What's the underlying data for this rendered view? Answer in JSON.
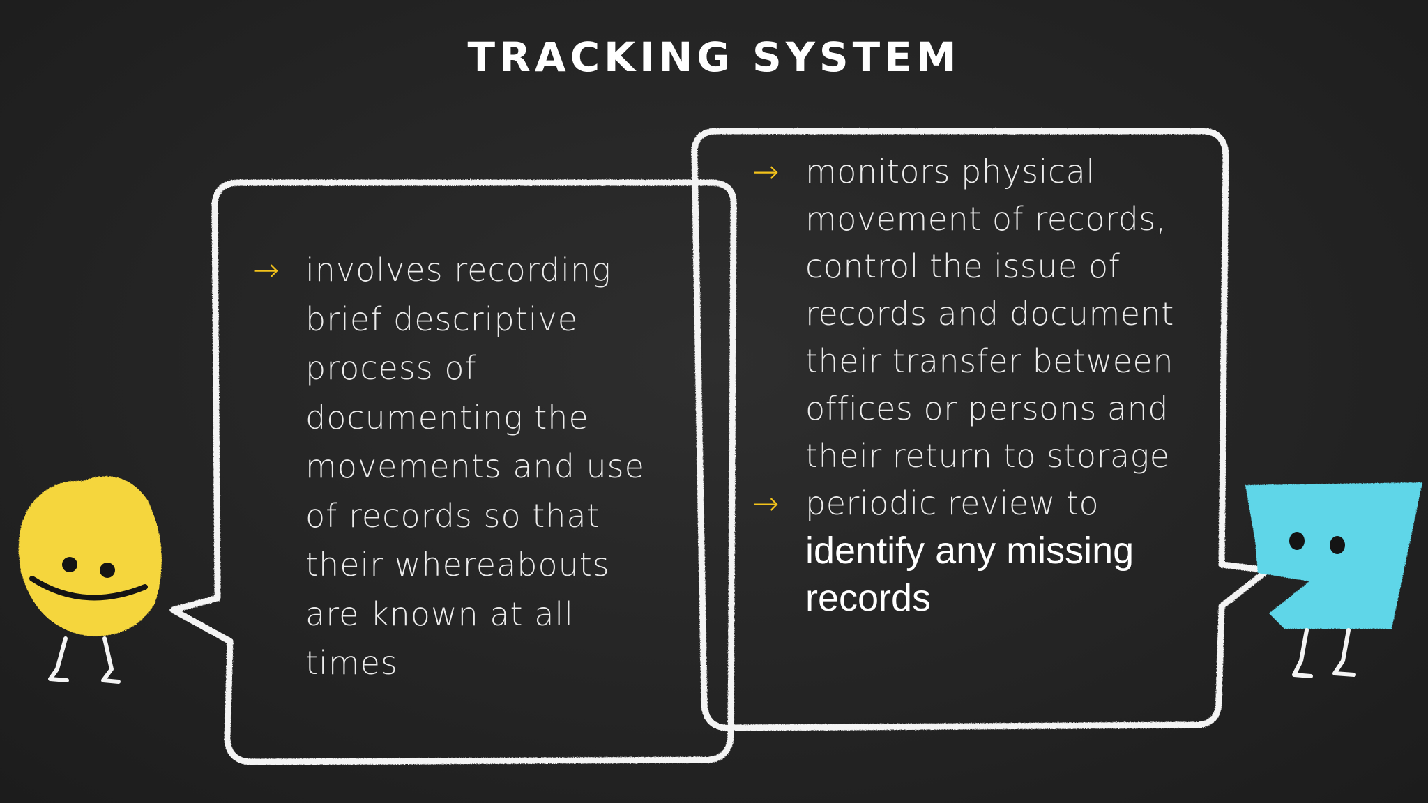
{
  "slide": {
    "title": "Tracking System"
  },
  "left_bubble": {
    "bullet_icon": "arrow-right-icon",
    "text": "involves recording brief descriptive process of documenting the movements and use of records so that their whereabouts are known at all times"
  },
  "right_bubble": {
    "bullet_icon": "arrow-right-icon",
    "bullet1": "monitors physical movement of records, control the issue of records and document their transfer between offices or persons and their return to storage",
    "bullet2_lead": "periodic review to",
    "bullet2_emphasis": "identify any missing records"
  },
  "characters": {
    "left": "yellow-blob-character",
    "right": "blue-square-character"
  },
  "colors": {
    "background": "#232323",
    "chalk": "#f4f4f4",
    "accent_arrow": "#f2c21b",
    "left_character": "#f5d63c",
    "right_character": "#5ed6e8"
  }
}
